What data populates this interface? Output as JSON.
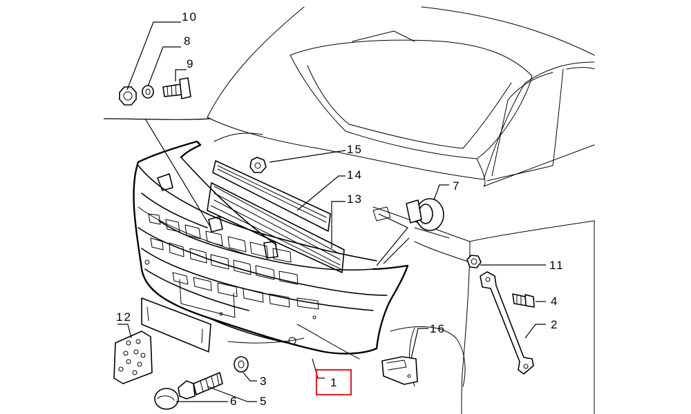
{
  "callouts": {
    "c1": "1",
    "c2": "2",
    "c3": "3",
    "c4": "4",
    "c5": "5",
    "c6": "6",
    "c7": "7",
    "c8": "8",
    "c9": "9",
    "c10": "10",
    "c11": "11",
    "c12": "12",
    "c13": "13",
    "c14": "14",
    "c15": "15",
    "c16": "16"
  },
  "highlight": {
    "callout": "1",
    "color": "#e0242a"
  }
}
